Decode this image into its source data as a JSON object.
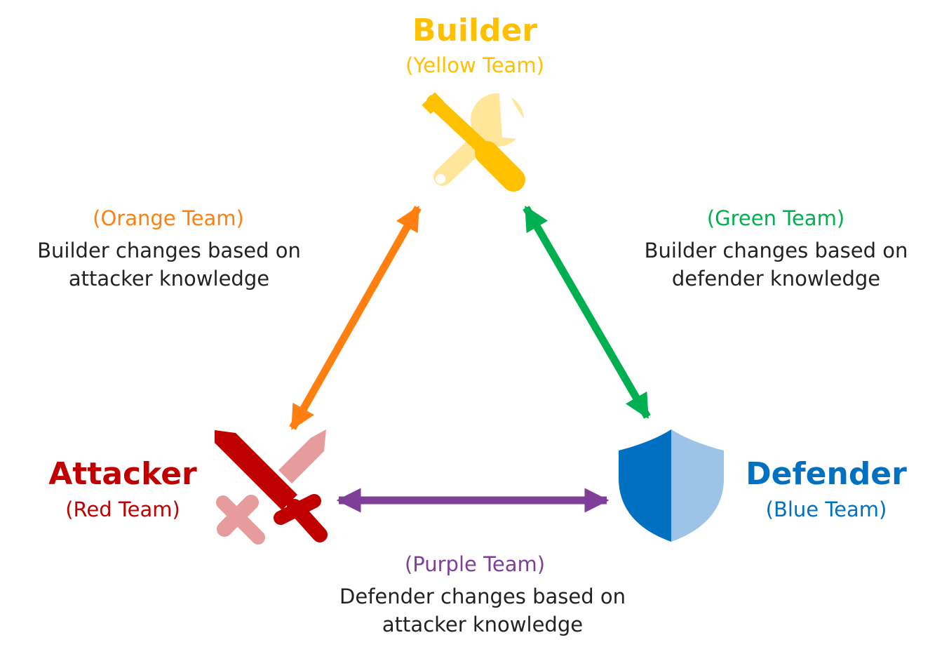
{
  "builder": {
    "title": "Builder",
    "team": "(Yellow Team)"
  },
  "attacker": {
    "title": "Attacker",
    "team": "(Red Team)"
  },
  "defender": {
    "title": "Defender",
    "team": "(Blue Team)"
  },
  "orange": {
    "team": "(Orange Team)",
    "desc_line1": "Builder changes based on",
    "desc_line2": "attacker knowledge"
  },
  "green": {
    "team": "(Green Team)",
    "desc_line1": "Builder changes based on",
    "desc_line2": "defender knowledge"
  },
  "purple": {
    "team": "(Purple Team)",
    "desc_line1": "Defender changes based on",
    "desc_line2": "attacker knowledge"
  },
  "icons": {
    "builder": "tools-icon",
    "attacker": "crossed-swords-icon",
    "defender": "shield-icon"
  },
  "colors": {
    "yellow": "#FFC000",
    "yellow_light": "#FFE699",
    "red": "#C00000",
    "red_light": "#E69C9C",
    "blue": "#0070C0",
    "blue_light": "#9DC3E6",
    "orange": "#FF8010",
    "green": "#00B050",
    "purple": "#7F3F98",
    "text": "#222222"
  }
}
